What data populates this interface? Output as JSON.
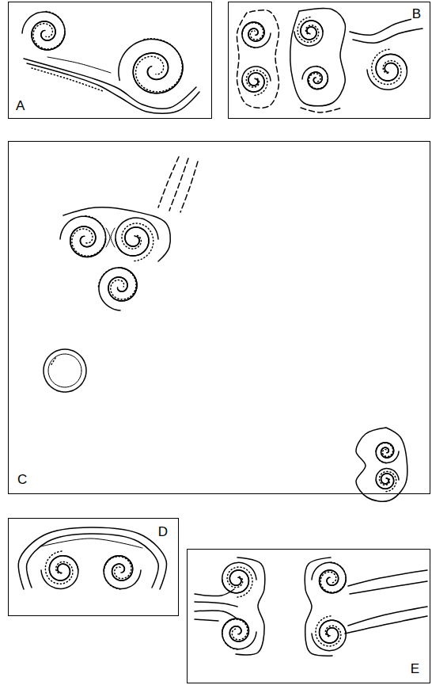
{
  "diagram": {
    "nodes": [
      {
        "text": [
          "A"
        ]
      },
      {
        "text": [
          "B"
        ]
      },
      {
        "text": [
          "C"
        ]
      },
      {
        "text": [
          "D"
        ]
      },
      {
        "text": [
          "E"
        ]
      }
    ]
  }
}
